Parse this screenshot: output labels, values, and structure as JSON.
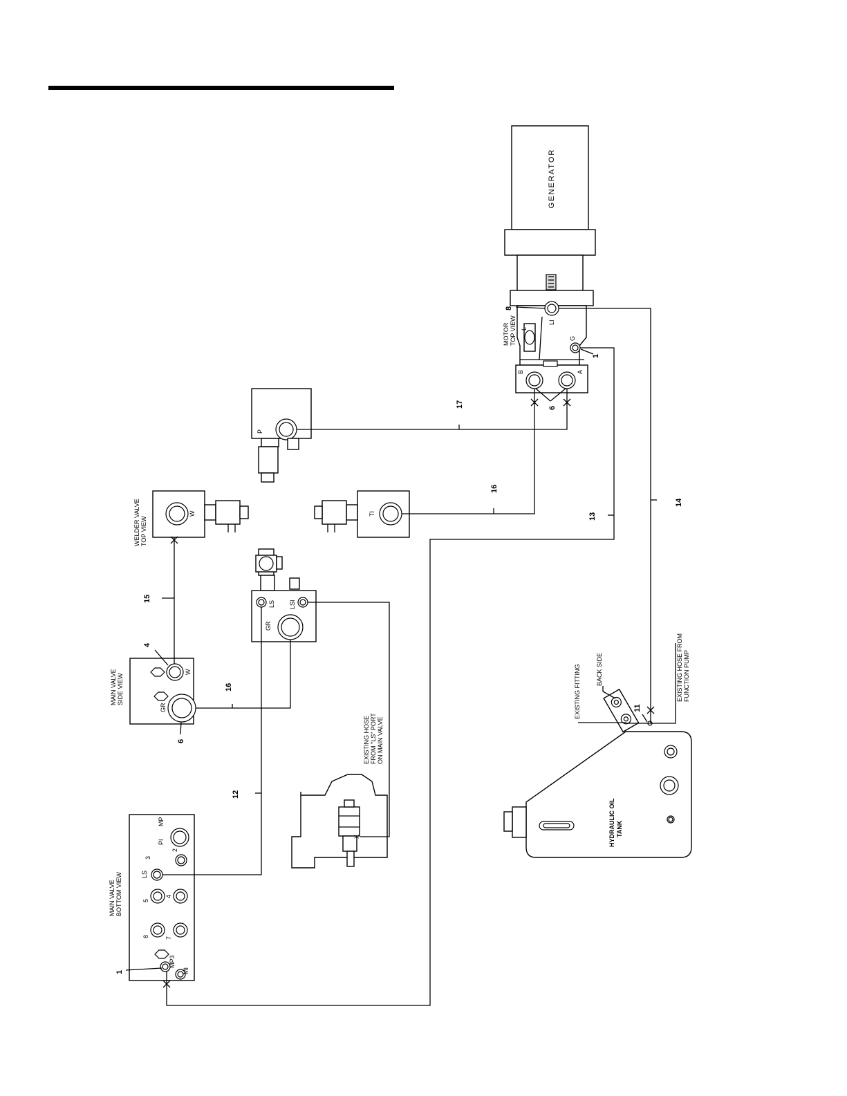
{
  "components": {
    "generator": "GENERATOR",
    "motor_title": [
      "MOTOR",
      "TOP VIEW"
    ],
    "motor_ports": {
      "li": "LI",
      "l": "L",
      "g": "G",
      "b": "B",
      "a": "A"
    },
    "welder_valve_title": [
      "WELDER VALVE",
      "TOP VIEW"
    ],
    "welder_port": "W",
    "p_block_port": "P",
    "t_block_port": "TI",
    "ls_block_ports": {
      "ls": "LS",
      "lsi": "LSI",
      "gr": "GR"
    },
    "main_valve_side_title": [
      "MAIN VALVE",
      "SIDE VIEW"
    ],
    "main_valve_side_ports": {
      "w": "W",
      "gr": "GR"
    },
    "main_valve_bottom_title": [
      "MAIN VALVE",
      "BOTTOM VIEW"
    ],
    "main_valve_bottom_ports": {
      "mp": "MP",
      "pi": "PI",
      "p3": "3",
      "p2": "2",
      "ls": "LS",
      "p5": "5",
      "p4": "4",
      "p8": "8",
      "p7": "7",
      "mp3": "MP3",
      "mi": "MI"
    },
    "tank": [
      "HYDRAULIC OIL",
      "TANK"
    ]
  },
  "notes": {
    "existing_hose_ls": [
      "EXISTING HOSE",
      "FROM \"LS\" PORT",
      "ON MAIN VALVE"
    ],
    "existing_fitting": "EXISTING FITTING",
    "back_side": "BACK SIDE",
    "existing_hose_pump": [
      "EXISTING HOSE FROM",
      "FUNCTION PUMP"
    ]
  },
  "callouts": {
    "c8": "8",
    "c1_motor": "1",
    "c6_motor": "6",
    "c17": "17",
    "c16_upper": "16",
    "c13": "13",
    "c14": "14",
    "c15": "15",
    "c4": "4",
    "c16_lower": "16",
    "c6_side": "6",
    "c12": "12",
    "c11": "11",
    "c1_bottom": "1"
  }
}
